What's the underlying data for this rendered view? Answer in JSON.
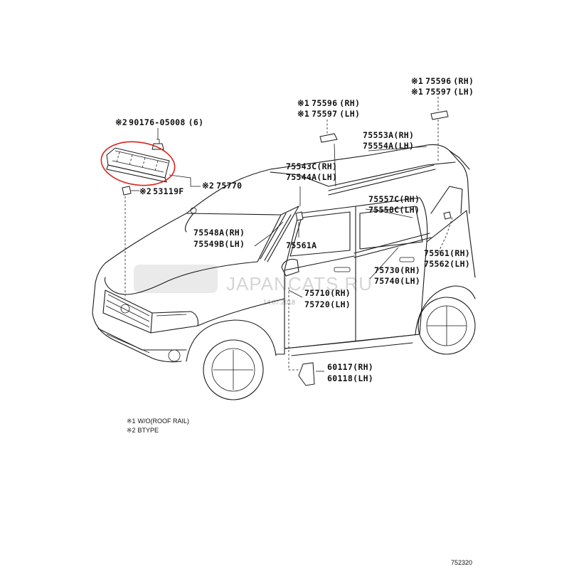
{
  "callouts": [
    {
      "id": "c1",
      "prefix": "※2",
      "number": "90176-05008",
      "qty": "(6)"
    },
    {
      "id": "c2",
      "prefix": "※2",
      "number": "75770"
    },
    {
      "id": "c3",
      "prefix": "※2",
      "number": "53119F"
    },
    {
      "id": "c4",
      "prefix": "※1",
      "number": "75596",
      "side": "(RH)"
    },
    {
      "id": "c5",
      "prefix": "※1",
      "number": "75597",
      "side": "(LH)"
    },
    {
      "id": "c6",
      "prefix": "※1",
      "number": "75596",
      "side": "(RH)"
    },
    {
      "id": "c7",
      "prefix": "※1",
      "number": "75597",
      "side": "(LH)"
    },
    {
      "id": "c8",
      "number": "75553A",
      "side": "(RH)"
    },
    {
      "id": "c9",
      "number": "75554A",
      "side": "(LH)"
    },
    {
      "id": "c10",
      "number": "75543C",
      "side": "(RH)"
    },
    {
      "id": "c11",
      "number": "75544A",
      "side": "(LH)"
    },
    {
      "id": "c12",
      "number": "75557C",
      "side": "(RH)"
    },
    {
      "id": "c13",
      "number": "75558C",
      "side": "(LH)"
    },
    {
      "id": "c14",
      "number": "75548A",
      "side": "(RH)"
    },
    {
      "id": "c15",
      "number": "75549B",
      "side": "(LH)"
    },
    {
      "id": "c16",
      "number": "75561A"
    },
    {
      "id": "c17",
      "number": "75561",
      "side": "(RH)"
    },
    {
      "id": "c18",
      "number": "75562",
      "side": "(LH)"
    },
    {
      "id": "c19",
      "number": "75730",
      "side": "(RH)"
    },
    {
      "id": "c20",
      "number": "75740",
      "side": "(LH)"
    },
    {
      "id": "c21",
      "number": "75710",
      "side": "(RH)"
    },
    {
      "id": "c22",
      "number": "75720",
      "side": "(LH)"
    },
    {
      "id": "c23",
      "number": "60117",
      "side": "(RH)"
    },
    {
      "id": "c24",
      "number": "60118",
      "side": "(LH)"
    }
  ],
  "notes": [
    {
      "mark": "※1",
      "text": "W/O(ROOF RAIL)"
    },
    {
      "mark": "※2",
      "text": "BTYPE"
    }
  ],
  "figure_number": "752320",
  "watermark": {
    "text": "JAPANCATS.RU",
    "date": "14.07.2018"
  },
  "highlight_color": "#d9241c"
}
